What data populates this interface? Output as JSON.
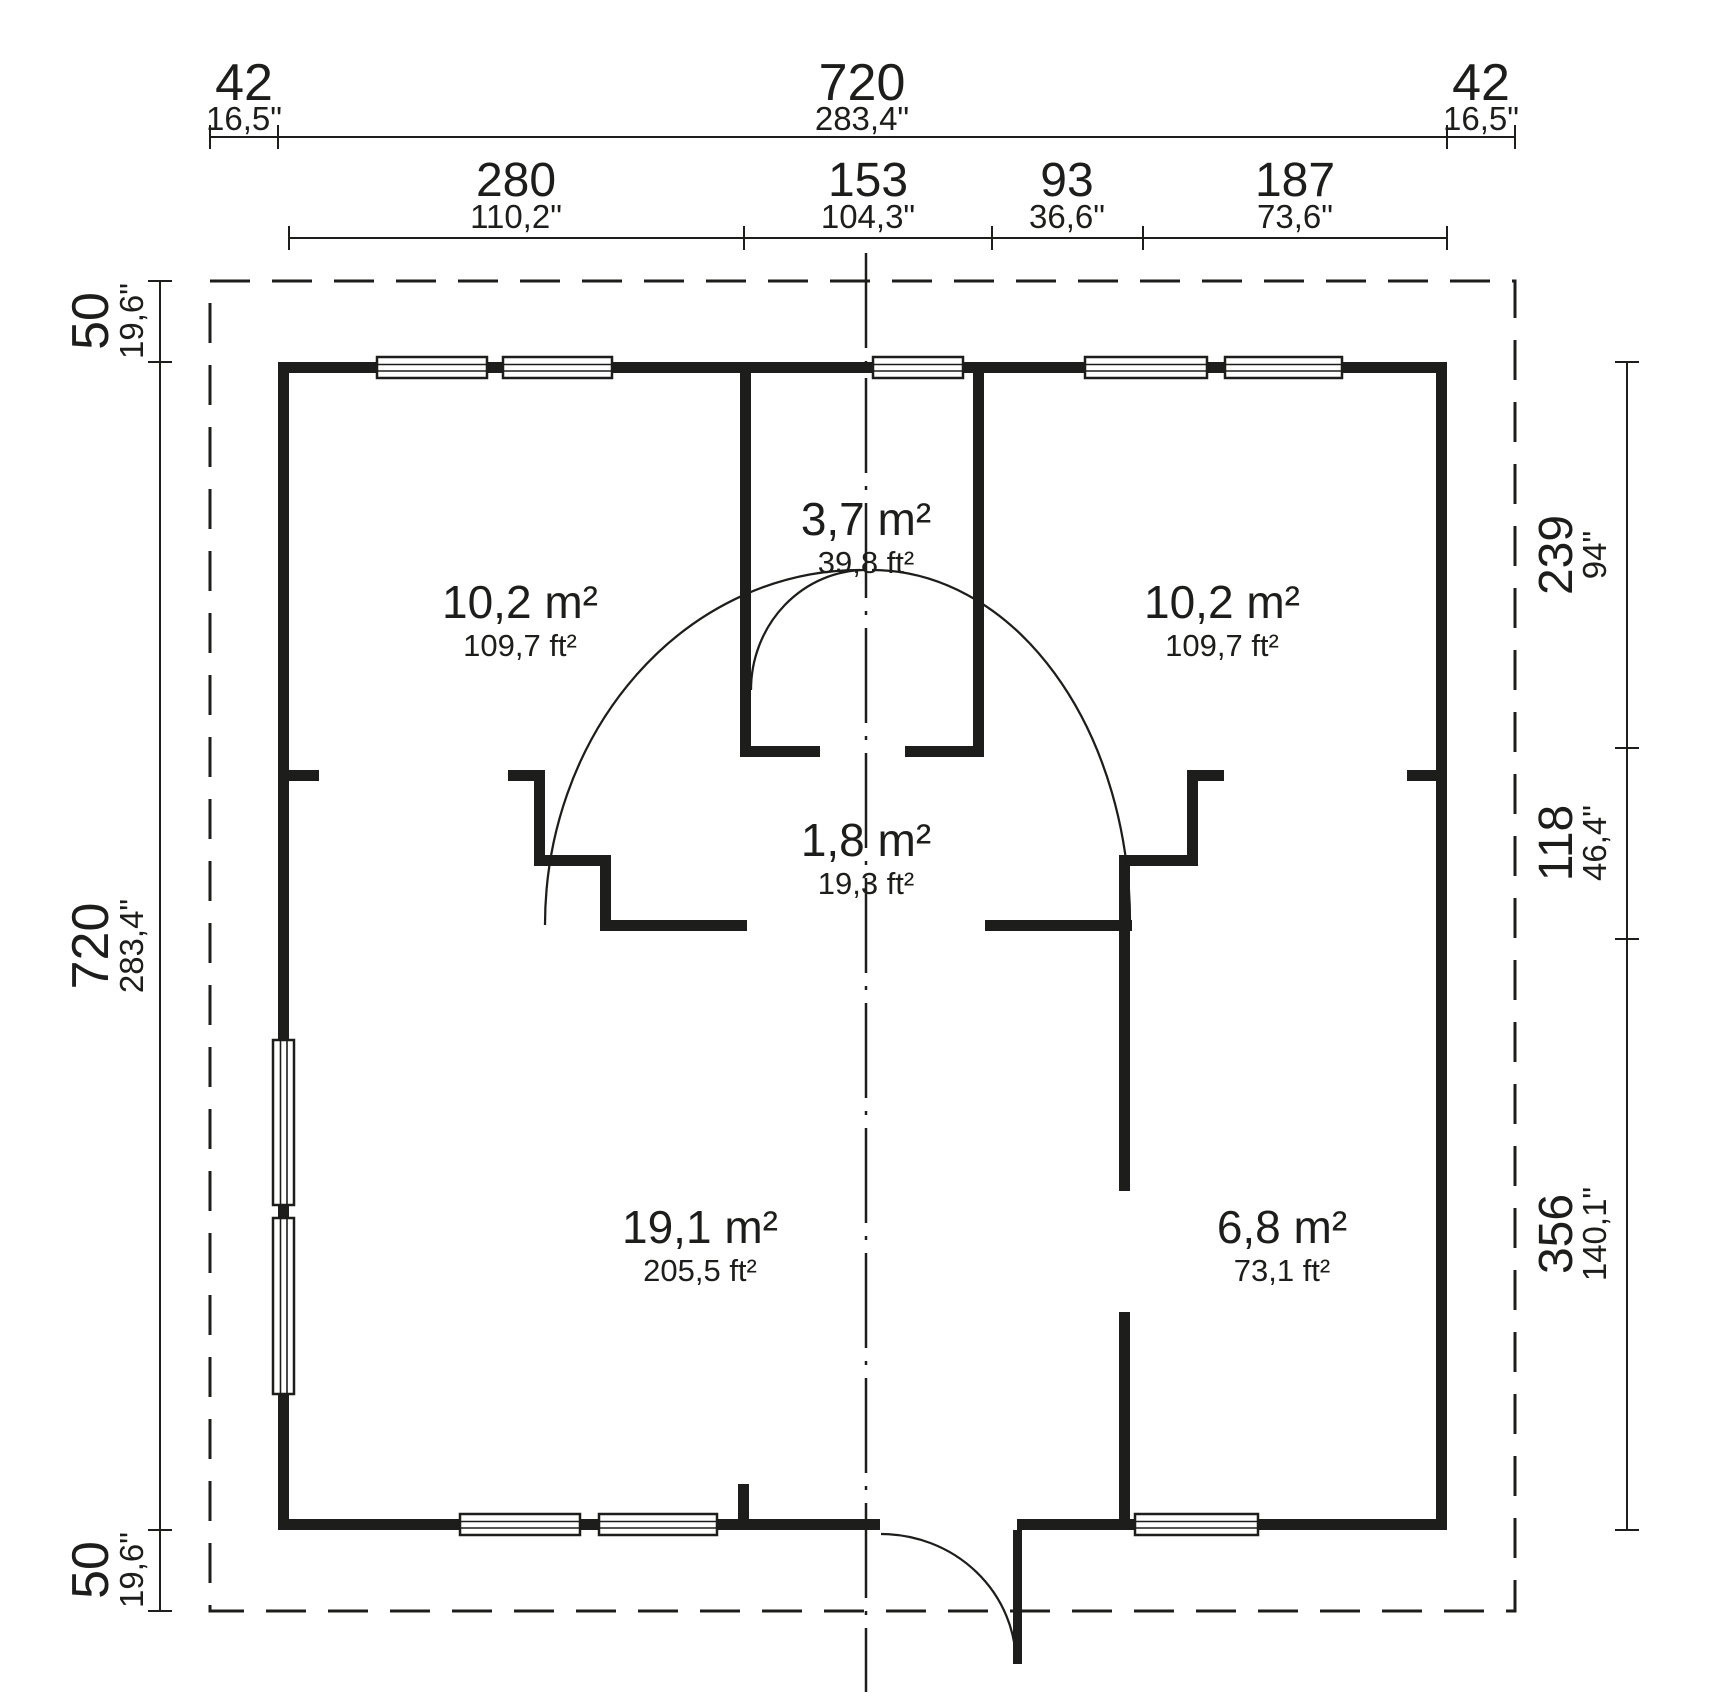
{
  "drawing": {
    "colors": {
      "line": "#1d1d1b",
      "background": "#ffffff"
    },
    "dims": {
      "top_overall": [
        {
          "cm": "42",
          "in": "16,5\""
        },
        {
          "cm": "720",
          "in": "283,4\""
        },
        {
          "cm": "42",
          "in": "16,5\""
        }
      ],
      "top_rooms": [
        {
          "cm": "280",
          "in": "110,2\""
        },
        {
          "cm": "153",
          "in": "104,3\""
        },
        {
          "cm": "93",
          "in": "36,6\""
        },
        {
          "cm": "187",
          "in": "73,6\""
        }
      ],
      "left": [
        {
          "cm": "50",
          "in": "19,6\""
        },
        {
          "cm": "720",
          "in": "283,4\""
        },
        {
          "cm": "50",
          "in": "19,6\""
        }
      ],
      "right": [
        {
          "cm": "239",
          "in": "94\""
        },
        {
          "cm": "118",
          "in": "46,4\""
        },
        {
          "cm": "356",
          "in": "140,1\""
        }
      ]
    },
    "rooms": [
      {
        "m2": "3,7 m²",
        "ft2": "39,8 ft²"
      },
      {
        "m2": "10,2 m²",
        "ft2": "109,7 ft²"
      },
      {
        "m2": "10,2 m²",
        "ft2": "109,7 ft²"
      },
      {
        "m2": "1,8 m²",
        "ft2": "19,3 ft²"
      },
      {
        "m2": "19,1 m²",
        "ft2": "205,5 ft²"
      },
      {
        "m2": "6,8 m²",
        "ft2": "73,1 ft²"
      }
    ]
  }
}
